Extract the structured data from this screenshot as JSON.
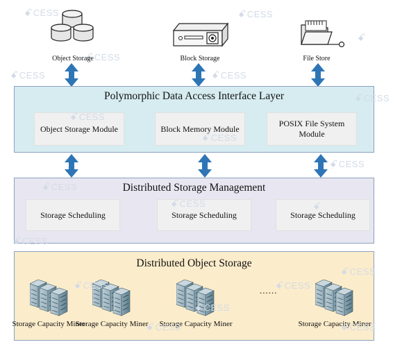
{
  "watermark": {
    "symbol": "ꗃ",
    "text": "CESS"
  },
  "colors": {
    "interface_layer_bg": "#d6ecf1",
    "management_layer_bg": "#e8e6f1",
    "object_layer_bg": "#fbeccb",
    "arrow": "#2e75b6",
    "layer_border": "#8aa0bf"
  },
  "top_icons": [
    {
      "icon": "database-cylinders-icon",
      "label": "Object Storage"
    },
    {
      "icon": "storage-device-icon",
      "label": "Block Storage"
    },
    {
      "icon": "folder-icon",
      "label": "File Store"
    }
  ],
  "interface_layer": {
    "title": "Polymorphic Data Access Interface Layer",
    "modules": [
      "Object Storage Module",
      "Block Memory Module",
      "POSIX File System Module"
    ]
  },
  "management_layer": {
    "title": "Distributed Storage Management",
    "modules": [
      "Storage Scheduling",
      "Storage Scheduling",
      "Storage Scheduling"
    ]
  },
  "object_layer": {
    "title": "Distributed Object Storage",
    "ellipsis": "......",
    "miners": [
      "Storage Capacity Miner",
      "Storage Capacity Miner",
      "Storage Capacity Miner",
      "Storage Capacity Miner"
    ]
  }
}
